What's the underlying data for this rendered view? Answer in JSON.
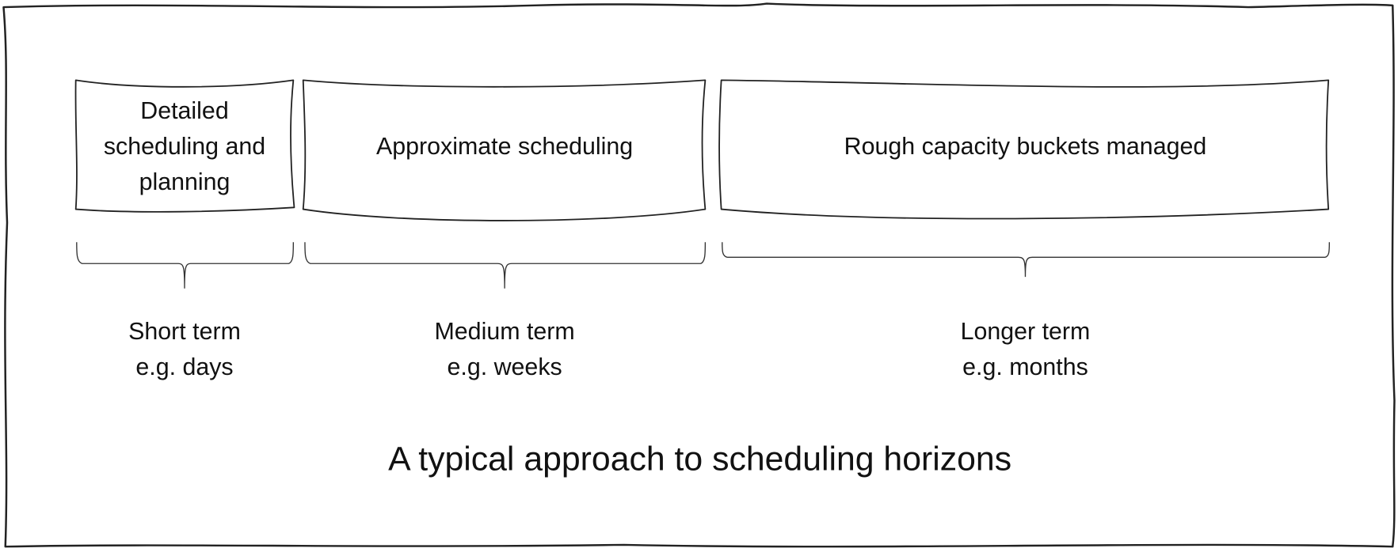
{
  "boxes": [
    {
      "lines": [
        "Detailed",
        "scheduling and",
        "planning"
      ]
    },
    {
      "lines": [
        "Approximate scheduling"
      ]
    },
    {
      "lines": [
        "Rough capacity buckets managed"
      ]
    }
  ],
  "horizons": [
    {
      "term": "Short term",
      "example": "e.g. days"
    },
    {
      "term": "Medium term",
      "example": "e.g. weeks"
    },
    {
      "term": "Longer term",
      "example": "e.g. months"
    }
  ],
  "title": "A typical approach to scheduling horizons"
}
